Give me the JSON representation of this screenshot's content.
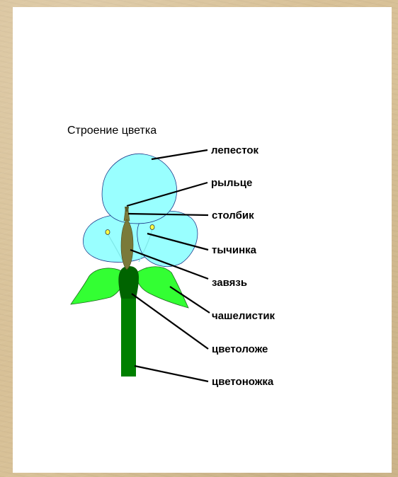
{
  "title": "Строение цветка",
  "labels": {
    "petal": "лепесток",
    "stigma": "рыльце",
    "style": "столбик",
    "stamen": "тычинка",
    "ovary": "завязь",
    "sepal": "чашелистик",
    "receptacle": "цветоложе",
    "peduncle": "цветоножка"
  },
  "colors": {
    "petal": "#99ffff",
    "stem": "#008000",
    "receptacle": "#006400",
    "sepal": "#33ff33",
    "pistil": "#7a7a3a",
    "anther": "#ffff44",
    "background": "#d8c197"
  }
}
